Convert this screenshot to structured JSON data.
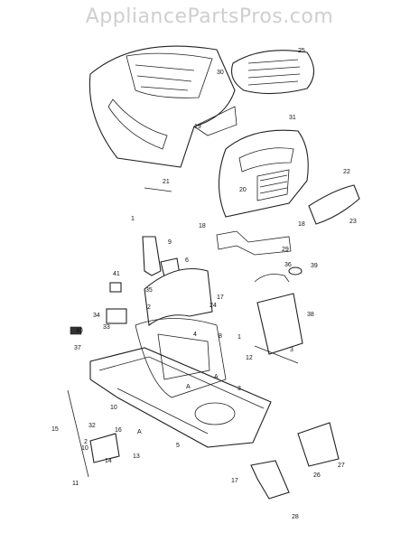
{
  "watermark": "AppliancePartsPros.com",
  "callouts": [
    "30",
    "25",
    "19",
    "31",
    "22",
    "21",
    "20",
    "18",
    "23",
    "18",
    "29",
    "1",
    "9",
    "6",
    "36",
    "39",
    "41",
    "35",
    "17",
    "24",
    "2",
    "34",
    "33",
    "4",
    "8",
    "38",
    "1",
    "40",
    "37",
    "3",
    "10",
    "12",
    "3",
    "15",
    "16",
    "32",
    "2",
    "10",
    "14",
    "13",
    "A",
    "A",
    "A",
    "5",
    "11",
    "27",
    "17",
    "26",
    "28"
  ]
}
